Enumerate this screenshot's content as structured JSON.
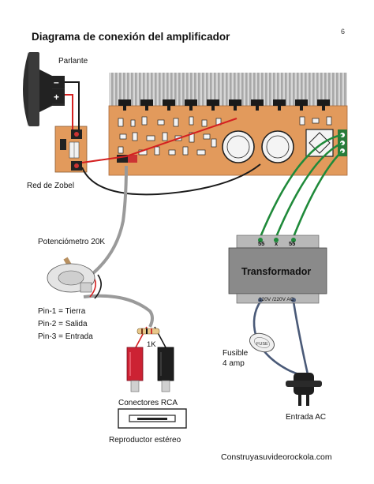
{
  "page": {
    "title": "Diagrama de conexión del amplificador",
    "number": "6"
  },
  "labels": {
    "speaker": "Parlante",
    "zobel": "Red de Zobel",
    "pot": "Potenciómetro 20K",
    "pin1": "Pin-1 = Tierra",
    "pin2": "Pin-2 = Salida",
    "pin3": "Pin-3 = Entrada",
    "resistor": "1K",
    "rca": "Conectores RCA",
    "player": "Reproductor estéreo",
    "fuse": "Fusible",
    "fuse_rating": "4 amp",
    "ac_input": "Entrada AC",
    "footer": "Construyasuvideorockola.com"
  },
  "speaker_terminals": {
    "negative": "–",
    "positive": "+"
  },
  "transformer": {
    "name": "Transformador",
    "secondary": [
      "55",
      "x",
      "55"
    ],
    "primary": "120V /220V AC"
  },
  "fuse_marking": "FUSE",
  "colors": {
    "board": "#e29a5c",
    "heatsink": "#c8c8c8",
    "transformer_body": "#8a8a8a",
    "wire_red": "#d42020",
    "wire_black": "#1a1a1a",
    "wire_green": "#1f8a3a",
    "wire_gray": "#9a9a9a",
    "wire_blue_gray": "#4a5a78",
    "rca_red": "#cc2233"
  }
}
